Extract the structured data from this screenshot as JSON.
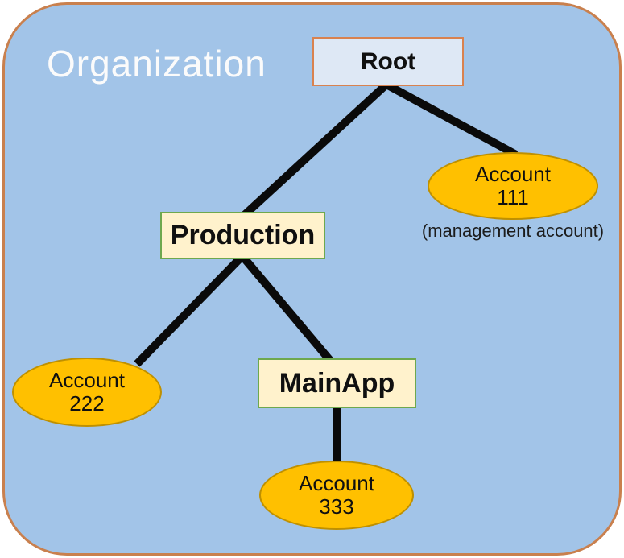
{
  "title": "Organization",
  "nodes": {
    "root": {
      "label": "Root",
      "type": "root"
    },
    "production": {
      "label": "Production",
      "type": "organizational-unit"
    },
    "mainapp": {
      "label": "MainApp",
      "type": "organizational-unit"
    },
    "account111": {
      "label": "Account",
      "number": "111",
      "type": "account"
    },
    "account222": {
      "label": "Account",
      "number": "222",
      "type": "account"
    },
    "account333": {
      "label": "Account",
      "number": "333",
      "type": "account"
    }
  },
  "notes": {
    "management_account": "(management account)"
  },
  "diagram": {
    "type": "tree",
    "edges": [
      {
        "from": "root",
        "to": "production"
      },
      {
        "from": "root",
        "to": "account111"
      },
      {
        "from": "production",
        "to": "account222"
      },
      {
        "from": "production",
        "to": "mainapp"
      },
      {
        "from": "mainapp",
        "to": "account333"
      }
    ]
  },
  "colors": {
    "container_fill": "#a2c4e8",
    "container_border": "#c9804e",
    "root_fill": "#dee8f5",
    "root_border": "#d9824f",
    "ou_fill": "#fff2cc",
    "ou_border": "#6ea84e",
    "account_fill": "#ffc000",
    "account_border": "#bf9000",
    "edge_color": "#0a0a0a",
    "title_color": "#fbfbfb"
  }
}
